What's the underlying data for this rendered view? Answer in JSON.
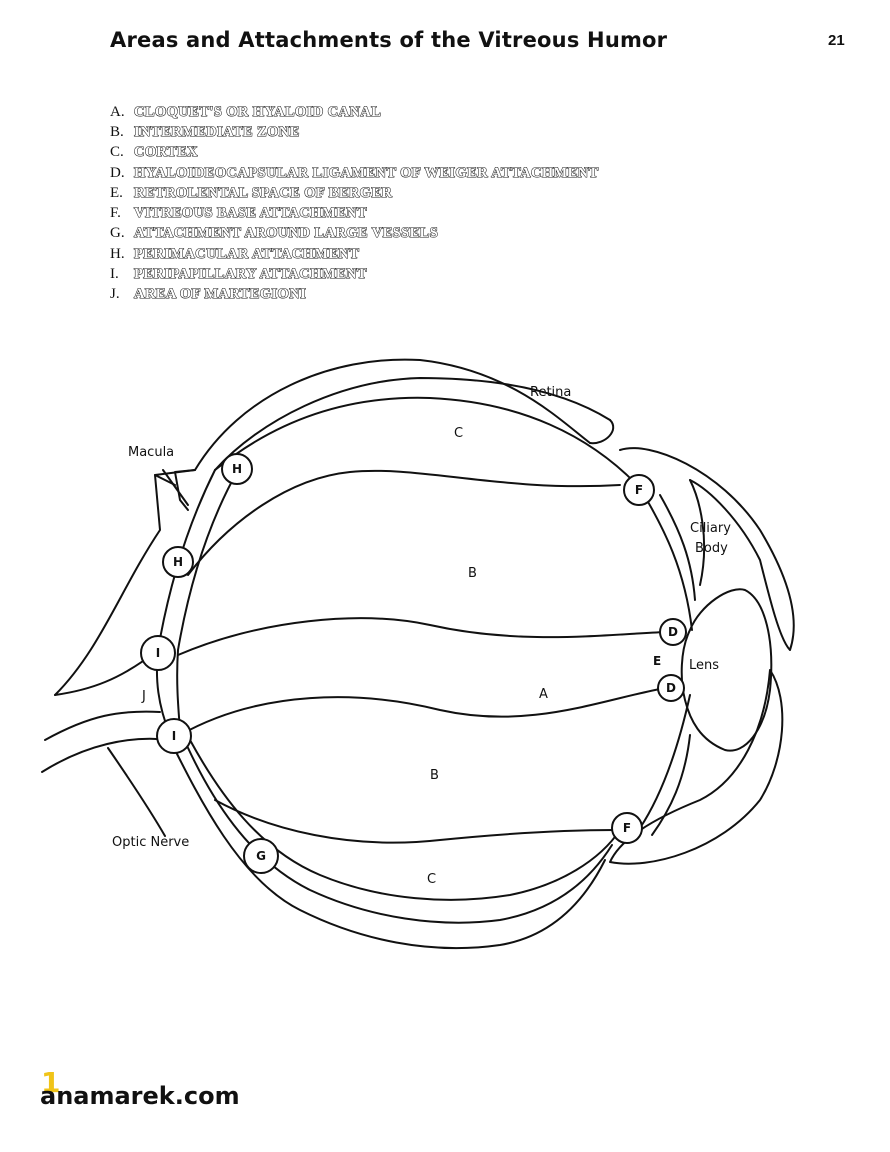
{
  "page": {
    "title": "Areas and Attachments of the Vitreous Humor",
    "page_number": "21"
  },
  "legend": [
    {
      "letter": "A.",
      "label": "CLOQUET'S OR HYALOID CANAL"
    },
    {
      "letter": "B.",
      "label": "INTERMEDIATE ZONE"
    },
    {
      "letter": "C.",
      "label": "CORTEX"
    },
    {
      "letter": "D.",
      "label": "HYALOIDEOCAPSULAR LIGAMENT OF WEIGER ATTACHMENT"
    },
    {
      "letter": "E.",
      "label": "RETROLENTAL SPACE OF BERGER"
    },
    {
      "letter": "F.",
      "label": "VITREOUS BASE ATTACHMENT"
    },
    {
      "letter": "G.",
      "label": "ATTACHMENT AROUND LARGE VESSELS"
    },
    {
      "letter": "H.",
      "label": "PERIMACULAR ATTACHMENT"
    },
    {
      "letter": "I.",
      "label": "PERIPAPILLARY ATTACHMENT"
    },
    {
      "letter": "J.",
      "label": "AREA OF MARTEGIONI"
    }
  ],
  "diagram": {
    "labels": {
      "retina": "Retina",
      "macula": "Macula",
      "ciliary_1": "Ciliary",
      "ciliary_2": "Body",
      "lens": "Lens",
      "optic_nerve": "Optic Nerve",
      "region_c_top": "C",
      "region_b_top": "B",
      "region_a": "A",
      "region_b_bottom": "B",
      "region_c_bottom": "C",
      "region_j": "J",
      "region_e": "E"
    },
    "markers": {
      "h_top": "H",
      "h_left": "H",
      "f_top": "F",
      "d_top": "D",
      "d_bottom": "D",
      "i_top": "I",
      "i_bottom": "I",
      "g": "G",
      "f_bottom": "F"
    }
  },
  "watermark": {
    "digit": "1",
    "text": "anamarek.com"
  }
}
